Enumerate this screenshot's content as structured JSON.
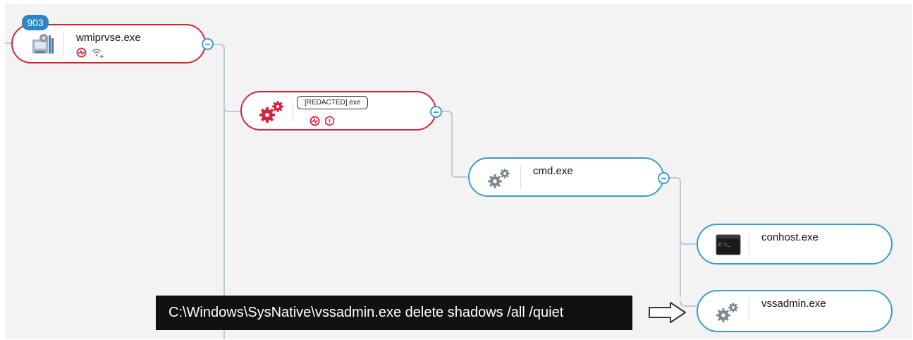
{
  "process_tree": {
    "nodes": [
      {
        "id": "wmiprvse",
        "name": "wmiprvse.exe",
        "icon": "wmi-gear-tools-icon",
        "status": "red",
        "badges": [
          "activity-icon",
          "network-icon"
        ],
        "count": "903"
      },
      {
        "id": "redacted",
        "name": "[REDACTED].exe",
        "icon": "red-gears-icon",
        "status": "red",
        "badges": [
          "activity-icon",
          "shield-alert-icon"
        ]
      },
      {
        "id": "cmd",
        "name": "cmd.exe",
        "icon": "gray-gears-icon",
        "status": "blue"
      },
      {
        "id": "conhost",
        "name": "conhost.exe",
        "icon": "console-window-icon",
        "status": "blue"
      },
      {
        "id": "vssadmin",
        "name": "vssadmin.exe",
        "icon": "gray-gears-icon",
        "status": "blue"
      }
    ],
    "colors": {
      "malicious": "#d4243a",
      "normal": "#3d9bd0",
      "connector": "#b9ccd8",
      "badge": "#2a86c6"
    }
  },
  "caption": {
    "text": "C:\\Windows\\SysNative\\vssadmin.exe delete shadows /all /quiet"
  }
}
